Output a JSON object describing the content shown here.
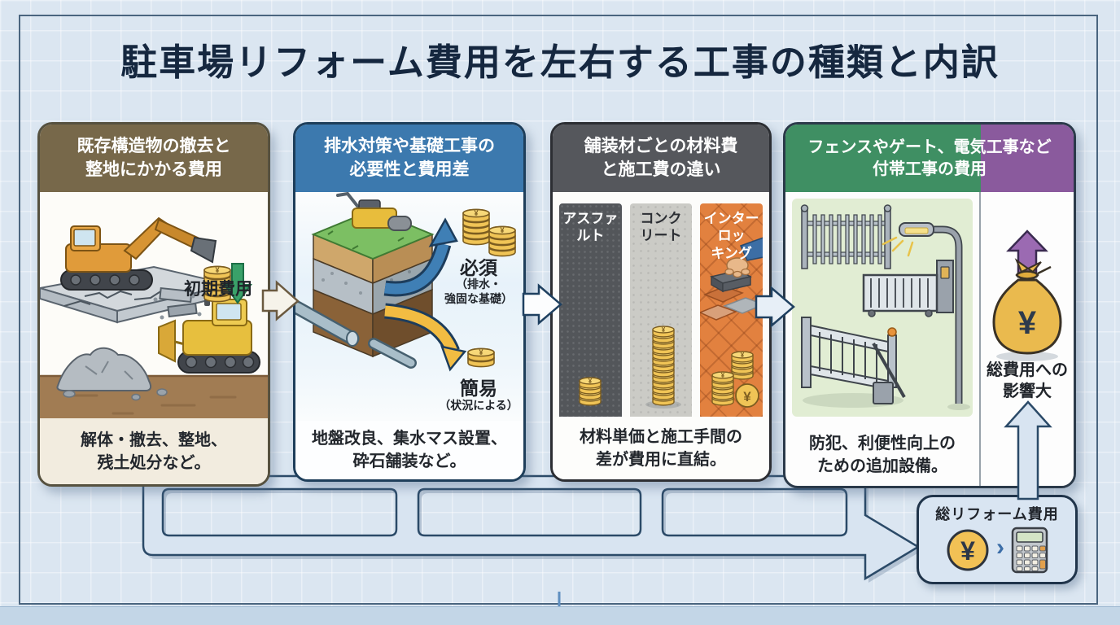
{
  "title": "駐車場リフォーム費用を左右する工事の種類と内訳",
  "symbols": {
    "yen": "¥",
    "chevron": "›"
  },
  "panels": [
    {
      "header": "既存構造物の撤去と\n整地にかかる費用",
      "badge": "初期費用",
      "caption": "解体・撤去、整地、\n残土処分など。",
      "accent_color": "#77684a"
    },
    {
      "header": "排水対策や基礎工事の\n必要性と費用差",
      "required": {
        "label": "必須",
        "note": "（排水・\n強固な基礎）"
      },
      "simple": {
        "label": "簡易",
        "note": "（状況による）"
      },
      "caption": "地盤改良、集水マス設置、\n砕石舗装など。",
      "accent_color": "#3c79ae"
    },
    {
      "header": "舗装材ごとの材料費\nと施工費の違い",
      "materials": [
        {
          "name": "アスファ\nルト",
          "color": "#53565a"
        },
        {
          "name": "コンク\nリート",
          "color": "#cbcbc6"
        },
        {
          "name": "インター\nロッ\nキング",
          "color": "#e2813f"
        }
      ],
      "caption": "材料単価と施工手間の\n差が費用に直結。",
      "accent_color": "#55575c"
    },
    {
      "header": "フェンスやゲート、電気工事など\n付帯工事の費用",
      "impact": "総費用への\n影響大",
      "caption": "防犯、利便性向上の\nための追加設備。",
      "accent_colors": [
        "#3f8f63",
        "#8a5a9d"
      ]
    }
  ],
  "total_box": {
    "label": "総リフォーム費用"
  }
}
